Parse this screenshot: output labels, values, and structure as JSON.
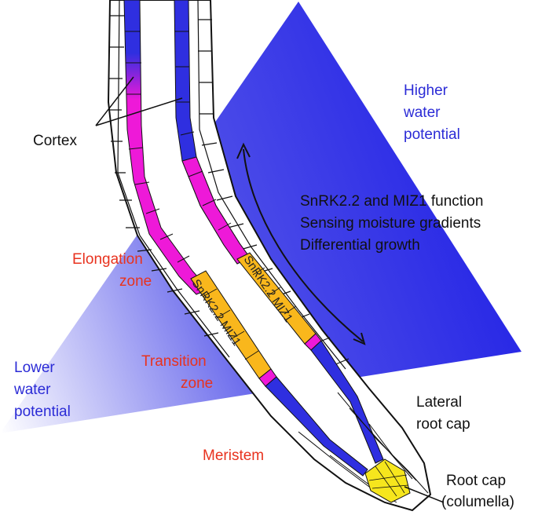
{
  "labels": {
    "cortex": "Cortex",
    "higher_water": [
      "Higher",
      "water",
      "potential"
    ],
    "lower_water": [
      "Lower",
      "water",
      "potential"
    ],
    "function_lines": [
      "SnRK2.2 and MIZ1 function",
      "Sensing moisture gradients",
      "Differential growth"
    ],
    "elongation_zone": [
      "Elongation",
      "zone"
    ],
    "transition_zone": [
      "Transition",
      "zone"
    ],
    "meristem": "Meristem",
    "lateral_root_cap": [
      "Lateral",
      "root cap"
    ],
    "root_cap": [
      "Root cap",
      "(columella)"
    ],
    "gene_label_left": "SnRK2.2 MIZ1",
    "gene_label_right": "SnRK2.2 MIZ1"
  },
  "colors": {
    "gradient_blue": "#2323e6",
    "cortex_blue": "#2f2fe0",
    "magenta": "#ee19d8",
    "gene_orange": "#f9b71c",
    "columella_yellow": "#f6e61d",
    "label_red": "#e8321e",
    "label_blue": "#2b2bd6",
    "outline": "#111111"
  }
}
